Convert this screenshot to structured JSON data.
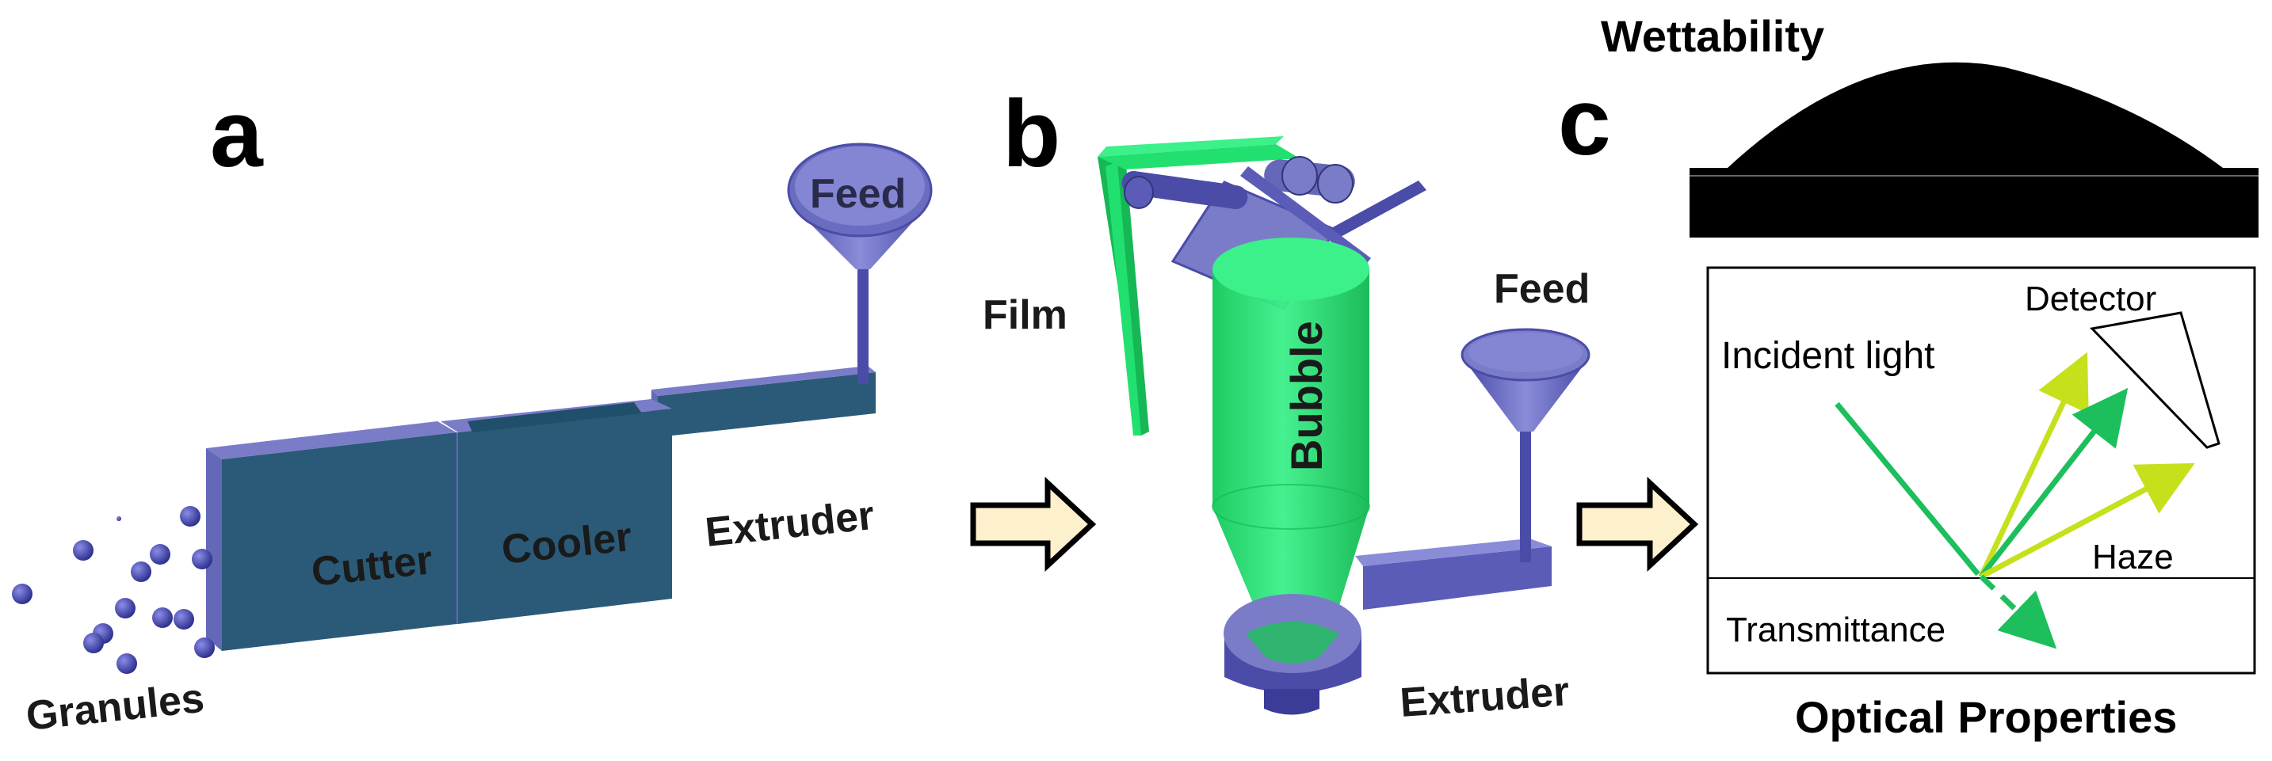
{
  "panels": {
    "a": {
      "letter": "a",
      "labels": {
        "feed": "Feed",
        "extruder": "Extruder",
        "cutter": "Cutter",
        "cooler": "Cooler",
        "granules": "Granules"
      }
    },
    "b": {
      "letter": "b",
      "labels": {
        "film": "Film",
        "bubble": "Bubble",
        "feed": "Feed",
        "extruder": "Extruder"
      }
    },
    "c": {
      "letter": "c",
      "wettability": "Wettability",
      "labels": {
        "detector": "Detector",
        "incident_light": "Incident light",
        "haze": "Haze",
        "transmittance": "Transmittance"
      },
      "optical_properties": "Optical Properties"
    }
  },
  "colors": {
    "machine_top": "#7a7cc8",
    "machine_side": "#2b5a78",
    "machine_front": "#6567b8",
    "film_green": "#22e070",
    "film_green_dark": "#15b855",
    "arrow_fill": "#fdf0cc",
    "ray_green": "#1cbf5c",
    "ray_lime": "#c6e01c",
    "droplet": "#000000"
  },
  "icons": [
    "right-arrow-icon"
  ]
}
